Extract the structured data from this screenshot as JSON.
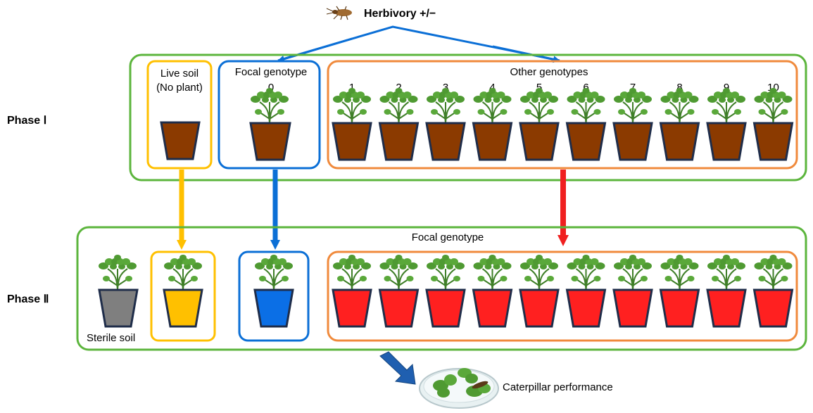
{
  "herbivory_label": "Herbivory +/−",
  "phase1": {
    "label": "Phase Ⅰ",
    "live_soil_line1": "Live soil",
    "live_soil_line2": "(No plant)",
    "focal_title": "Focal genotype",
    "focal_number": "0",
    "other_title": "Other genotypes",
    "other_numbers": [
      "1",
      "2",
      "3",
      "4",
      "5",
      "6",
      "7",
      "8",
      "9",
      "10"
    ]
  },
  "phase2": {
    "label": "Phase Ⅱ",
    "title": "Focal genotype",
    "sterile_label": "Sterile soil"
  },
  "caterpillar_label": "Caterpillar performance",
  "colors": {
    "phase_box": "#5cb53d",
    "live_soil": "#ffc000",
    "focal": "#0b6fd6",
    "other": "#f08a3c",
    "red_arrow": "#f02020",
    "soil_brown": "#8b3a00",
    "sterile_gray": "#7f7f7f",
    "pot_red": "#ff2020",
    "pot_yellow": "#ffc000",
    "pot_blue": "#0b6fe6",
    "leaf": "#4f9a32",
    "pot_rim": "#1f2d4a"
  },
  "icons": [
    "beetle-icon",
    "plant-icon",
    "pot-icon",
    "petri-dish-icon",
    "caterpillar-icon"
  ]
}
